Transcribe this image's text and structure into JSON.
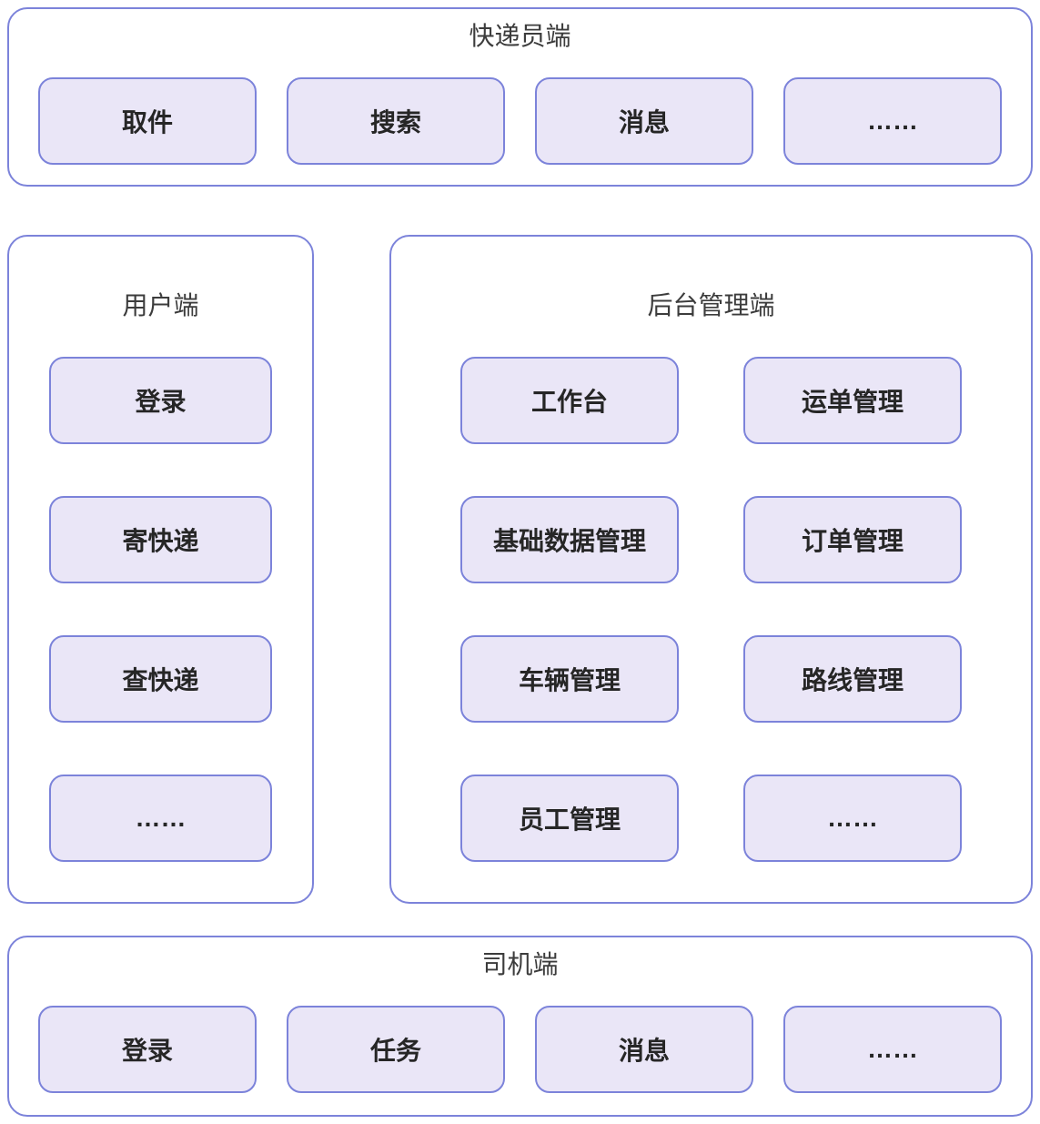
{
  "colors": {
    "background": "#ffffff",
    "panel_border": "#7c83da",
    "button_fill": "#eae6f7",
    "button_border": "#7c83da",
    "title_text": "#3c3c3c",
    "button_text": "#262626"
  },
  "sections": {
    "courier": {
      "title": "快递员端",
      "items": [
        "取件",
        "搜索",
        "消息",
        "……"
      ]
    },
    "user": {
      "title": "用户端",
      "items": [
        "登录",
        "寄快递",
        "查快递",
        "……"
      ]
    },
    "admin": {
      "title": "后台管理端",
      "items": [
        "工作台",
        "运单管理",
        "基础数据管理",
        "订单管理",
        "车辆管理",
        "路线管理",
        "员工管理",
        "……"
      ]
    },
    "driver": {
      "title": "司机端",
      "items": [
        "登录",
        "任务",
        "消息",
        "……"
      ]
    }
  }
}
